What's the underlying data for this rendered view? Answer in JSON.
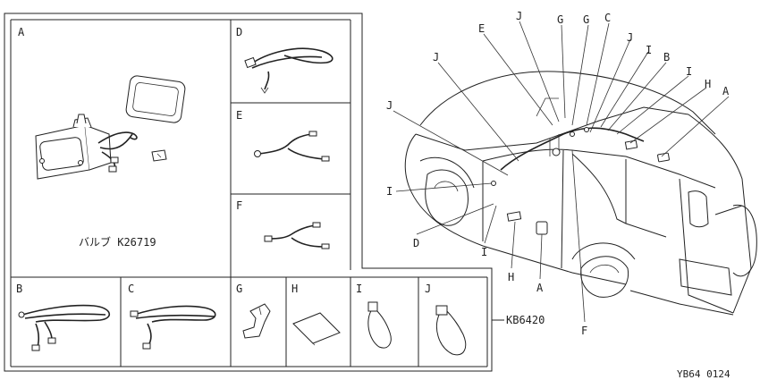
{
  "kit": {
    "part_number": "KB6420",
    "bulb": "バルブ K26719"
  },
  "panels": {
    "A": "A",
    "B": "B",
    "C": "C",
    "D": "D",
    "E": "E",
    "F": "F",
    "G": "G",
    "H": "H",
    "I": "I",
    "J": "J"
  },
  "vehicle_callouts": [
    {
      "id": "c1",
      "text": "E"
    },
    {
      "id": "c2",
      "text": "J"
    },
    {
      "id": "c3",
      "text": "G"
    },
    {
      "id": "c4",
      "text": "G"
    },
    {
      "id": "c5",
      "text": "C"
    },
    {
      "id": "c6",
      "text": "J"
    },
    {
      "id": "c7",
      "text": "I"
    },
    {
      "id": "c8",
      "text": "B"
    },
    {
      "id": "c9",
      "text": "I"
    },
    {
      "id": "c10",
      "text": "H"
    },
    {
      "id": "c11",
      "text": "A"
    },
    {
      "id": "c12",
      "text": "J"
    },
    {
      "id": "c13",
      "text": "J"
    },
    {
      "id": "c14",
      "text": "I"
    },
    {
      "id": "c15",
      "text": "D"
    },
    {
      "id": "c16",
      "text": "I"
    },
    {
      "id": "c17",
      "text": "H"
    },
    {
      "id": "c18",
      "text": "A"
    },
    {
      "id": "c19",
      "text": "F"
    }
  ],
  "figure_code": "YB64 0124"
}
